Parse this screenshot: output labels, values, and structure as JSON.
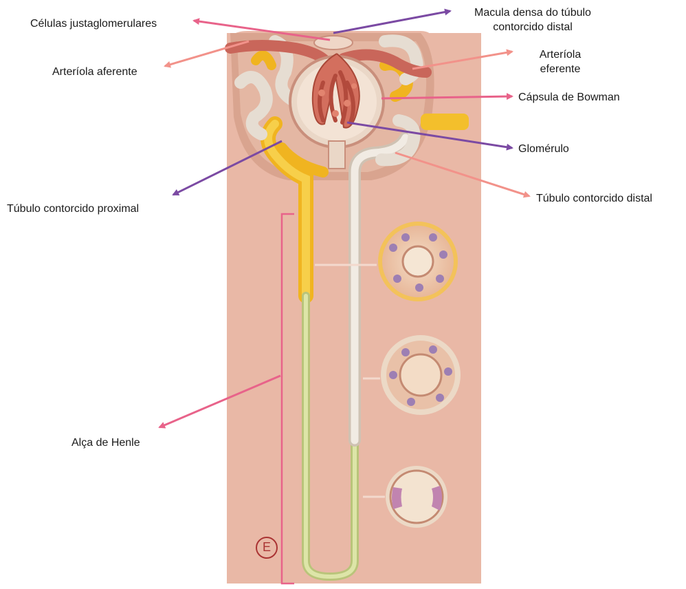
{
  "colors": {
    "pink_arrow": "#e8638a",
    "salmon_arrow": "#f2928a",
    "purple_arrow": "#7b4aa3",
    "board": "#e9b8a6",
    "proximal_tubule": "#f5c02a",
    "distal_tubule": "#efe6dc",
    "thin_limb": "#d4dc9a"
  },
  "labels": {
    "jg_cells": "Células justaglomerulares",
    "macula_densa_line1": "Macula densa do túbulo",
    "macula_densa_line2": "contorcido distal",
    "afferent": "Arteríola aferente",
    "efferent_line1": "Arteríola",
    "efferent_line2": "eferente",
    "bowman": "Cápsula de Bowman",
    "glomerulus": "Glomérulo",
    "dct": "Túbulo contorcido distal",
    "pct": "Túbulo contorcido proximal",
    "henle": "Alça de Henle",
    "model_mark": "E"
  }
}
